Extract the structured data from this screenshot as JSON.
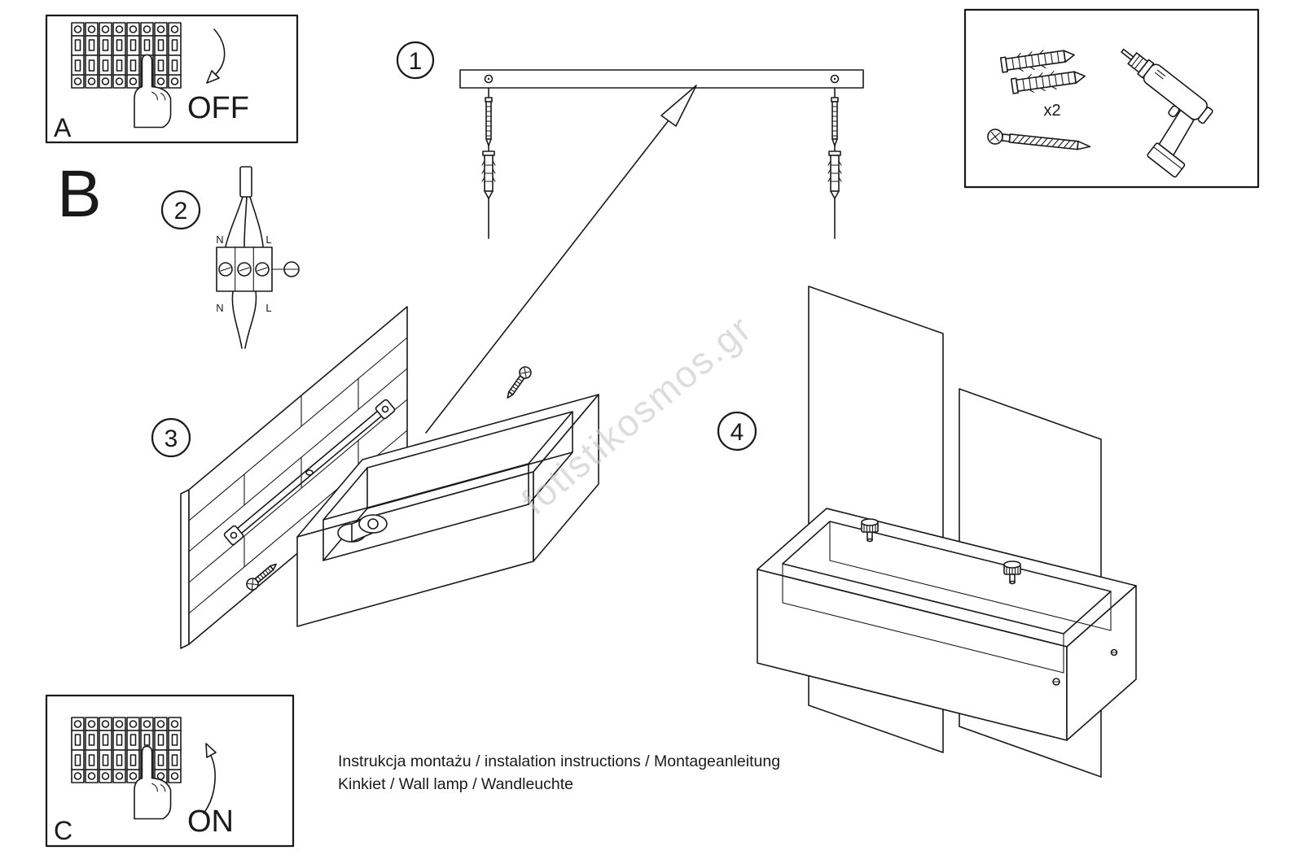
{
  "doc": {
    "background": "#ffffff",
    "line_color": "#1a1a1a",
    "watermark": "fotistikosmos.gr",
    "watermark_color": "#c4c4c4",
    "footer_line1": "Instrukcja montażu / instalation instructions / Montageanleitung",
    "footer_line2": "Kinkiet / Wall lamp / Wandleuchte"
  },
  "panel_a": {
    "label": "A",
    "state": "OFF"
  },
  "section_b": {
    "label": "B"
  },
  "panel_c": {
    "label": "C",
    "state": "ON"
  },
  "steps": {
    "s1": "1",
    "s2": "2",
    "s3": "3",
    "s4": "4"
  },
  "wiring": {
    "n_top": "N",
    "l_top": "L",
    "n_bottom": "N",
    "l_bottom": "L"
  },
  "hardware": {
    "anchor_count": "x2"
  }
}
